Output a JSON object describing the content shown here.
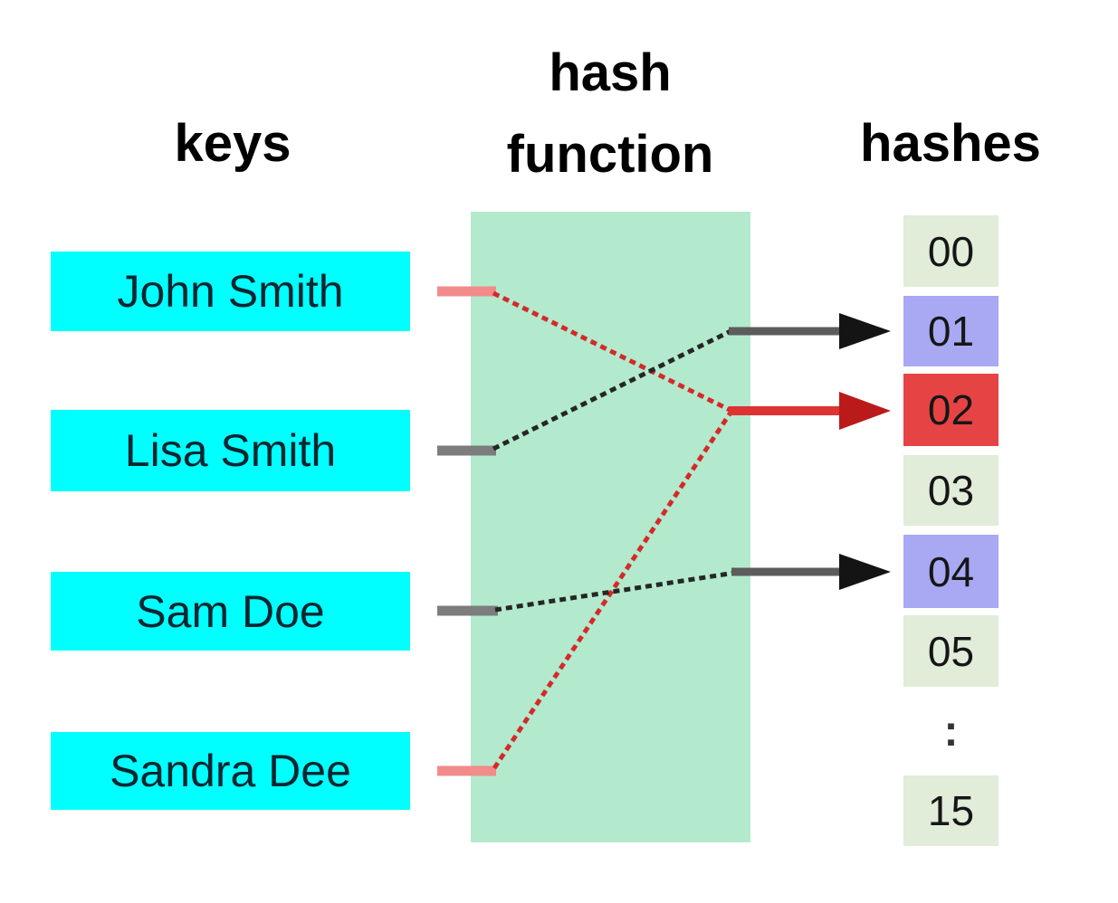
{
  "diagram": {
    "headers": {
      "keys": "keys",
      "hash_function_line1": "hash",
      "hash_function_line2": "function",
      "hashes": "hashes"
    },
    "keys": [
      {
        "label": "John Smith"
      },
      {
        "label": "Lisa Smith"
      },
      {
        "label": "Sam Doe"
      },
      {
        "label": "Sandra Dee"
      }
    ],
    "buckets": [
      {
        "label": "00",
        "state": "empty"
      },
      {
        "label": "01",
        "state": "occupied"
      },
      {
        "label": "02",
        "state": "collision"
      },
      {
        "label": "03",
        "state": "empty"
      },
      {
        "label": "04",
        "state": "occupied"
      },
      {
        "label": "05",
        "state": "empty"
      },
      {
        "label": ":",
        "state": "ellipsis"
      },
      {
        "label": "15",
        "state": "empty"
      }
    ],
    "mappings": [
      {
        "key": "John Smith",
        "bucket": "02",
        "link_color": "red"
      },
      {
        "key": "Lisa Smith",
        "bucket": "01",
        "link_color": "black"
      },
      {
        "key": "Sam Doe",
        "bucket": "04",
        "link_color": "black"
      },
      {
        "key": "Sandra Dee",
        "bucket": "02",
        "link_color": "red"
      }
    ],
    "colors": {
      "key_box": "#00ffff",
      "hash_function_box": "#b3eacd",
      "bucket_empty": "#e1ecd9",
      "bucket_occupied": "#a8a9f2",
      "bucket_collision": "#e64444",
      "red_link": "#d42a2a",
      "red_link_stub": "#f28b8b",
      "black_link": "#262626",
      "black_link_stub": "#7d7d7d"
    }
  }
}
